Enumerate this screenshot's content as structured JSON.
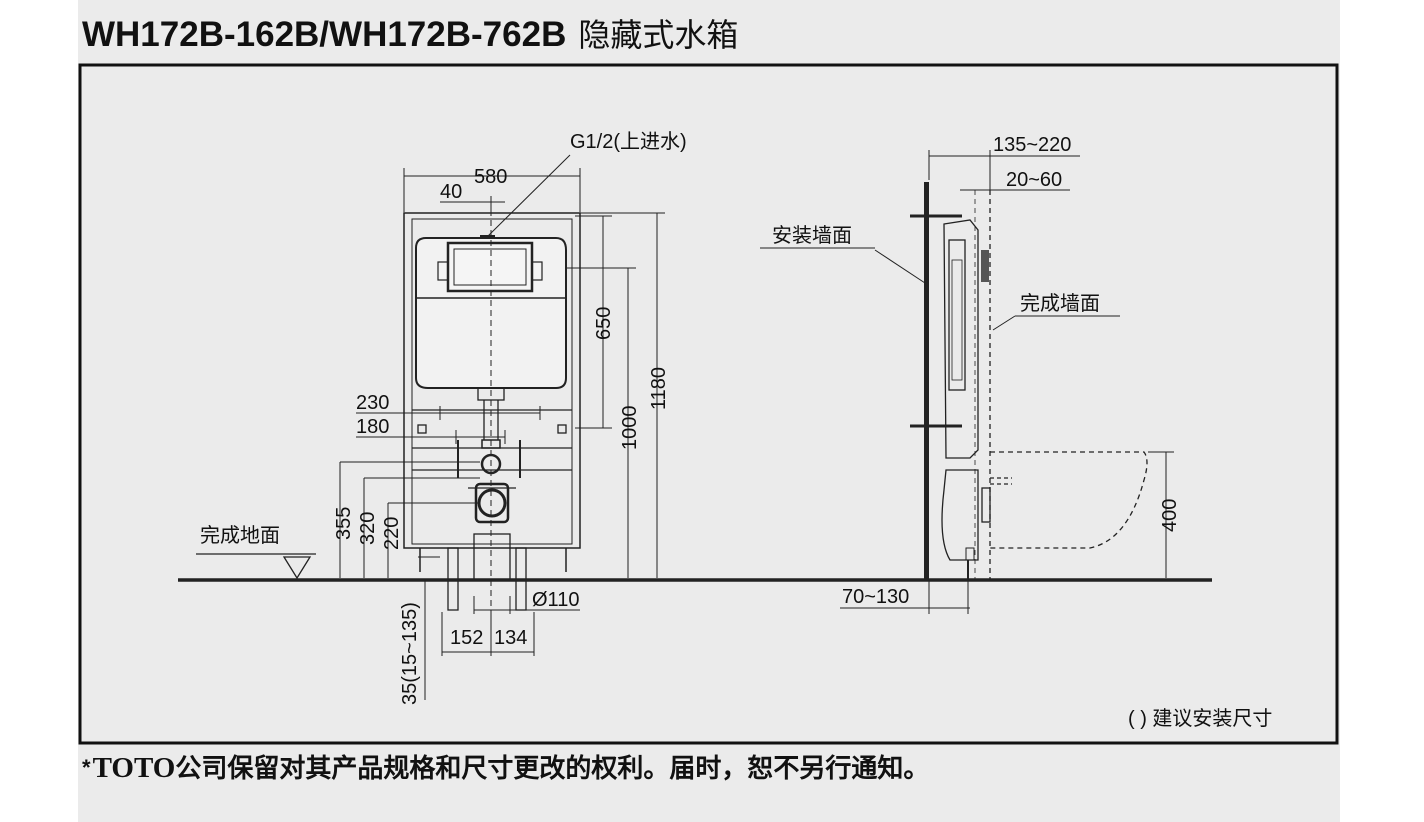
{
  "title": {
    "model": "WH172B-162B/WH172B-762B",
    "name": "隐藏式水箱"
  },
  "labels": {
    "inlet": "G1/2(上进水)",
    "install_wall": "安装墙面",
    "finish_wall": "完成墙面",
    "finish_floor": "完成地面",
    "note": "( ) 建议安装尺寸"
  },
  "dimensions": {
    "width_580": "580",
    "offset_40": "40",
    "h_650": "650",
    "h_1000": "1000",
    "h_1180": "1180",
    "d_230": "230",
    "d_180": "180",
    "h_355": "355",
    "h_320": "320",
    "h_220": "220",
    "pipe": "Ø110",
    "d_152": "152",
    "d_134": "134",
    "d_35": "35(15~135)",
    "side_135_220": "135~220",
    "side_20_60": "20~60",
    "side_70_130": "70~130",
    "side_400": "400"
  },
  "footer": {
    "star": "*",
    "brand": "TOTO",
    "text": "公司保留对其产品规格和尺寸更改的权利。届时，恕不另行通知。"
  }
}
